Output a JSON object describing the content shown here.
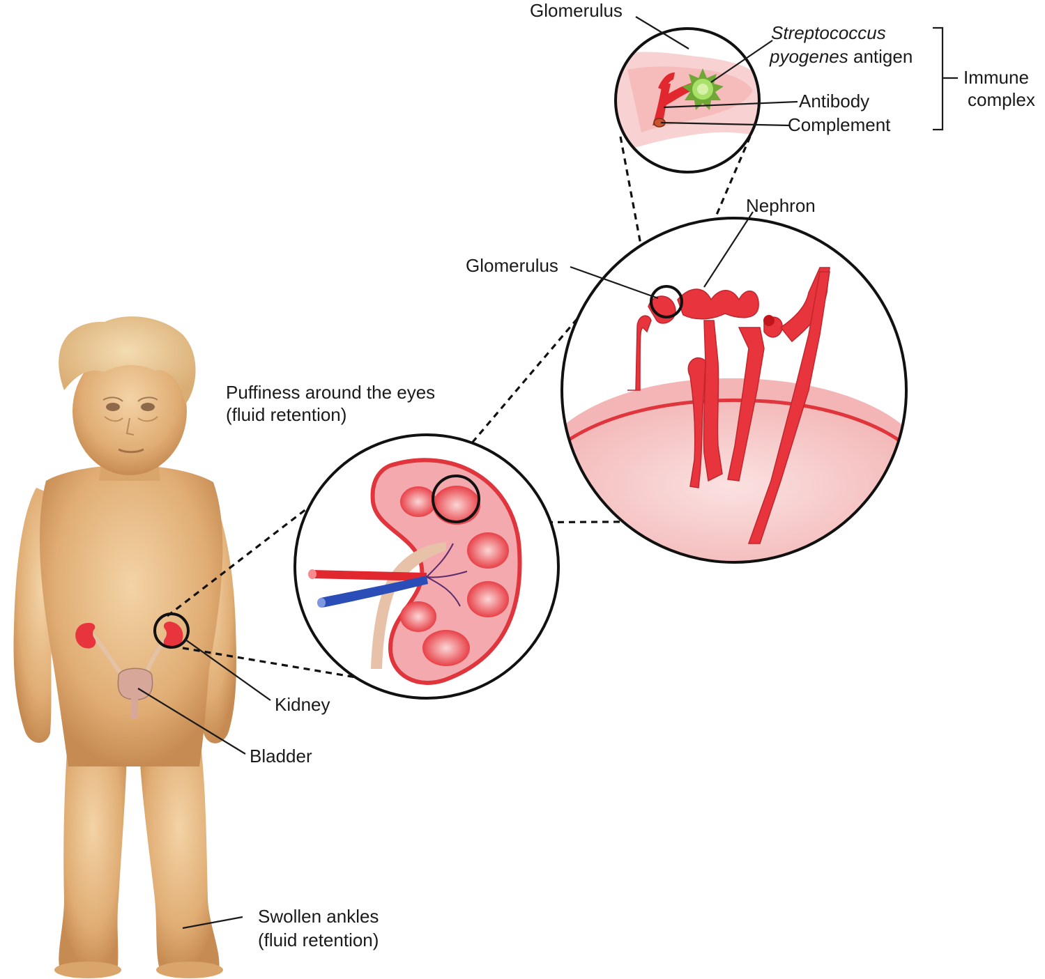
{
  "labels": {
    "glomerulus_top": "Glomerulus",
    "antigen_line1": "Streptococcus",
    "antigen_line2_italic": "pyogenes",
    "antigen_line2_rest": " antigen",
    "antibody": "Antibody",
    "complement": "Complement",
    "immune_line1": "Immune",
    "immune_line2": "complex",
    "nephron": "Nephron",
    "glomerulus_mid": "Glomerulus",
    "puffiness_line1": "Puffiness around the eyes",
    "puffiness_line2": "(fluid retention)",
    "kidney": "Kidney",
    "bladder": "Bladder",
    "ankles_line1": "Swollen ankles",
    "ankles_line2": "(fluid retention)"
  },
  "colors": {
    "skin": "#e3b57f",
    "skin_shadow": "#c9935a",
    "hair": "#e9c896",
    "kidney_red": "#e8343d",
    "kidney_pink": "#f7c3c3",
    "tissue_pink": "#f8d2d2",
    "artery": "#e0282e",
    "vein": "#2a4db8",
    "ureter": "#e4c2a6",
    "antigen_green": "#a8e06a"
  },
  "icons": [
    "child-figure",
    "kidney-icon",
    "bladder-icon",
    "glomerulus-icon",
    "antigen-icon",
    "nephron-icon"
  ]
}
